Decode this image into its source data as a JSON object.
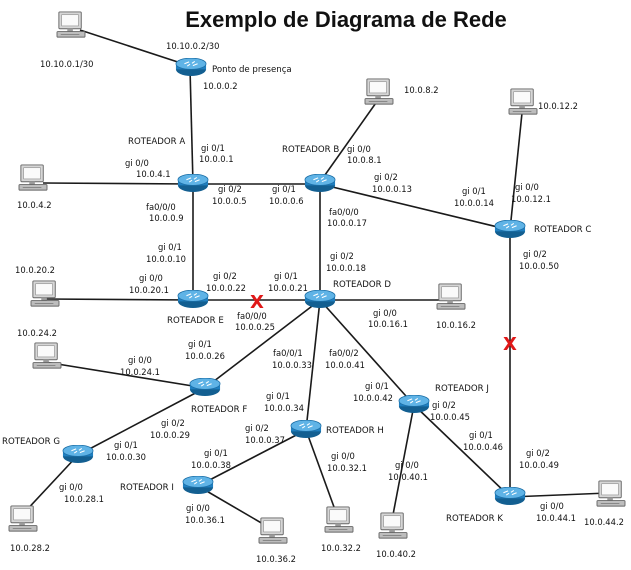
{
  "title": "Exemplo de Diagrama de Rede",
  "routers": {
    "pp": {
      "name": "Ponto de presença",
      "ip": "10.0.0.2",
      "ip_top": "10.10.0.2/30"
    },
    "a": {
      "name": "ROTEADOR A"
    },
    "b": {
      "name": "ROTEADOR B"
    },
    "c": {
      "name": "ROTEADOR C"
    },
    "d": {
      "name": "ROTEADOR D"
    },
    "e": {
      "name": "ROTEADOR E"
    },
    "f": {
      "name": "ROTEADOR F"
    },
    "g": {
      "name": "ROTEADOR G"
    },
    "h": {
      "name": "ROTEADOR H"
    },
    "i": {
      "name": "ROTEADOR I"
    },
    "j": {
      "name": "ROTEADOR J"
    },
    "k": {
      "name": "ROTEADOR K"
    }
  },
  "pcs": {
    "top": "10.10.0.1/30",
    "a": "10.0.4.2",
    "b": "10.0.8.2",
    "c": "10.0.12.2",
    "e": "10.0.20.2",
    "d": "10.0.16.2",
    "f": "10.0.24.2",
    "g": "10.0.28.2",
    "i": "10.0.36.2",
    "h": "10.0.32.2",
    "j": "10.0.40.2",
    "k": "10.0.44.2"
  },
  "labels": {
    "a_gi01": "gi 0/1",
    "a_gi01_ip": "10.0.0.1",
    "a_gi00": "gi 0/0",
    "a_gi00_ip": "10.0.4.1",
    "a_gi02": "gi 0/2",
    "a_gi02_ip": "10.0.0.5",
    "a_fa": "fa0/0/0",
    "a_fa_ip": "10.0.0.9",
    "b_gi00": "gi 0/0",
    "b_gi00_ip": "10.0.8.1",
    "b_gi01": "gi 0/1",
    "b_gi01_ip": "10.0.0.6",
    "b_gi02": "gi 0/2",
    "b_gi02_ip": "10.0.0.13",
    "b_fa": "fa0/0/0",
    "b_fa_ip": "10.0.0.17",
    "c_gi01": "gi 0/1",
    "c_gi01_ip": "10.0.0.14",
    "c_gi00": "gi 0/0",
    "c_gi00_ip": "10.0.12.1",
    "c_gi02": "gi 0/2",
    "c_gi02_ip": "10.0.0.50",
    "e_gi01": "gi 0/1",
    "e_gi01_ip": "10.0.0.10",
    "e_gi00": "gi 0/0",
    "e_gi00_ip": "10.0.20.1",
    "e_gi02": "gi 0/2",
    "e_gi02_ip": "10.0.0.22",
    "e_fa": "fa0/0/0",
    "e_fa_ip": "10.0.0.25",
    "d_gi01": "gi 0/1",
    "d_gi01_ip": "10.0.0.21",
    "d_gi02": "gi 0/2",
    "d_gi02_ip": "10.0.0.18",
    "d_gi00": "gi 0/0",
    "d_gi00_ip": "10.0.16.1",
    "d_fa01": "fa0/0/1",
    "d_fa01_ip": "10.0.0.33",
    "d_fa02": "fa0/0/2",
    "d_fa02_ip": "10.0.0.41",
    "f_gi01": "gi 0/1",
    "f_gi01_ip": "10.0.0.26",
    "f_gi00": "gi 0/0",
    "f_gi00_ip": "10.0.24.1",
    "f_gi02": "gi 0/2",
    "f_gi02_ip": "10.0.0.29",
    "g_gi01": "gi 0/1",
    "g_gi01_ip": "10.0.0.30",
    "g_gi00": "gi 0/0",
    "g_gi00_ip": "10.0.28.1",
    "h_gi01": "gi 0/1",
    "h_gi01_ip": "10.0.0.34",
    "h_gi02": "gi 0/2",
    "h_gi02_ip": "10.0.0.37",
    "h_gi00": "gi 0/0",
    "h_gi00_ip": "10.0.32.1",
    "i_gi01": "gi 0/1",
    "i_gi01_ip": "10.0.0.38",
    "i_gi00": "gi 0/0",
    "i_gi00_ip": "10.0.36.1",
    "j_gi01": "gi 0/1",
    "j_gi01_ip": "10.0.0.42",
    "j_gi02": "gi 0/2",
    "j_gi02_ip": "10.0.0.45",
    "j_gi00": "gi 0/0",
    "j_gi00_ip": "10.0.40.1",
    "k_gi01": "gi 0/1",
    "k_gi01_ip": "10.0.0.46",
    "k_gi02": "gi 0/2",
    "k_gi02_ip": "10.0.0.49",
    "k_gi00": "gi 0/0",
    "k_gi00_ip": "10.0.44.1"
  },
  "failed_link_mark": "X",
  "colors": {
    "router_body": "#1f7fc0",
    "router_top": "#5fb3e6",
    "pc_body": "#c8c8c8",
    "failure": "#e01818"
  }
}
